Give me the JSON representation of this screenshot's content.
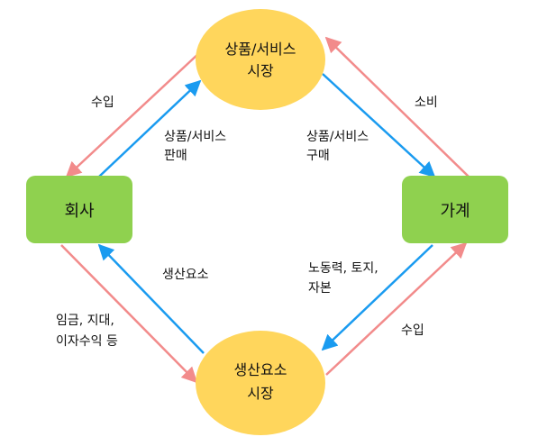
{
  "nodes": {
    "product_market": {
      "line1": "상품/서비스",
      "line2": "시장"
    },
    "factor_market": {
      "line1": "생산요소",
      "line2": "시장"
    },
    "firm": {
      "label": "회사"
    },
    "household": {
      "label": "가계"
    }
  },
  "flows": {
    "firm_revenue": "수입",
    "product_sale": {
      "line1": "상품/서비스",
      "line2": "판매"
    },
    "product_purchase": {
      "line1": "상품/서비스",
      "line2": "구매"
    },
    "consumption": "소비",
    "factors_of_production": "생산요소",
    "factor_supply": {
      "line1": "노동력, 토지,",
      "line2": "자본"
    },
    "factor_payments": {
      "line1": "임금, 지대,",
      "line2": "이자수익 등"
    },
    "household_income": "수입"
  },
  "colors": {
    "ellipse_fill": "#ffd65c",
    "box_fill": "#8fd14f",
    "goods_flow": "#1a9bf0",
    "money_flow": "#f28b8b"
  }
}
